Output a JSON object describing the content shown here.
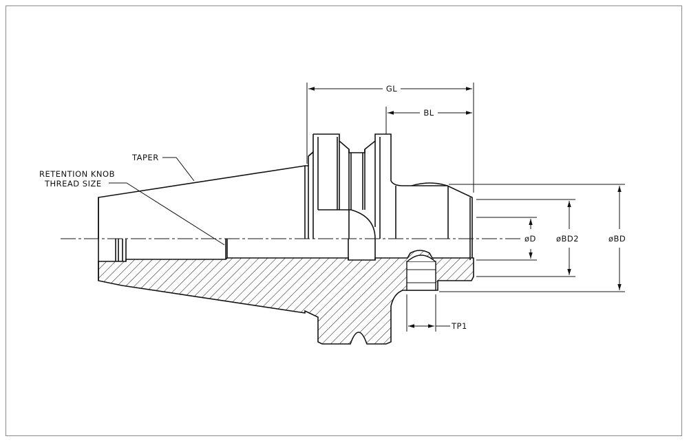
{
  "labels": {
    "taper": "TAPER",
    "retention_line1": "RETENTION KNOB",
    "retention_line2": "THREAD SIZE",
    "gl": "GL",
    "bl": "BL",
    "d": "øD",
    "bd2": "øBD2",
    "bd": "øBD",
    "tp1": "TP1"
  },
  "colors": {
    "line": "#111111",
    "frame": "#8a8a8a"
  }
}
